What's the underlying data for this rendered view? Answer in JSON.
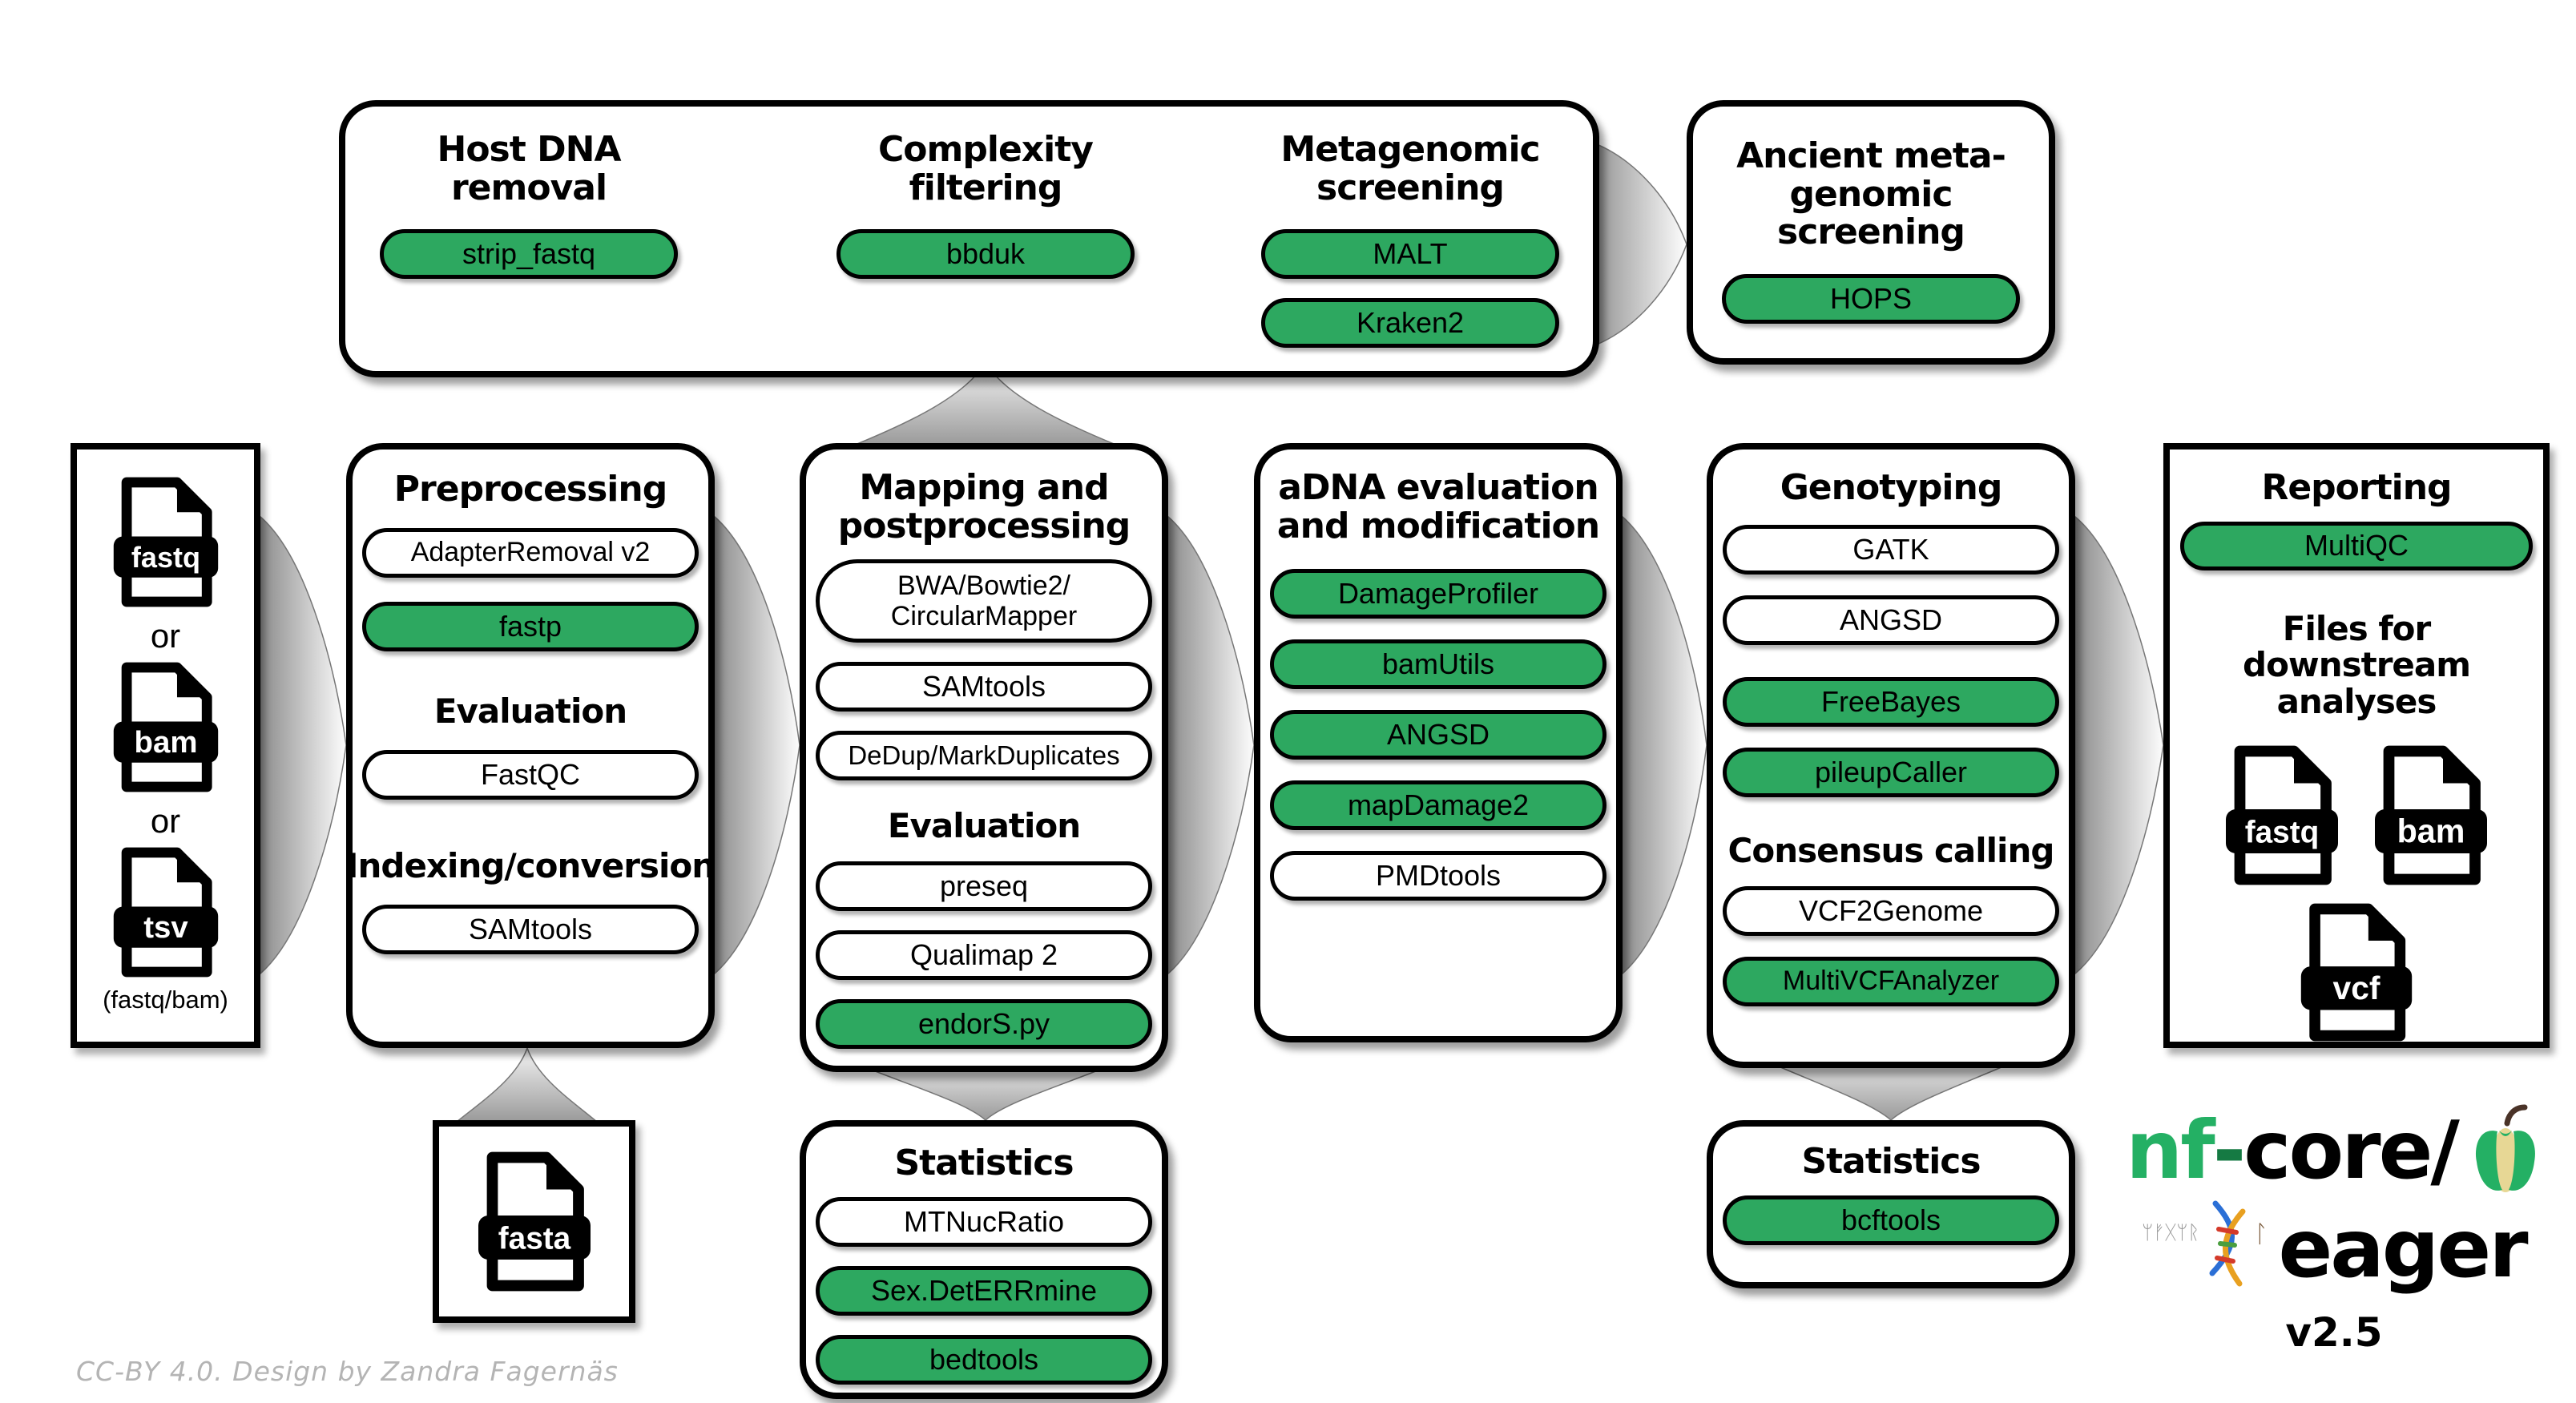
{
  "colors": {
    "tool_green": "#2DA860",
    "brand_green": "#24B064",
    "black": "#000000",
    "arrow_gray": "#8c8c8c"
  },
  "top_box": {
    "host": {
      "title1": "Host DNA",
      "title2": "removal",
      "tool": "strip_fastq"
    },
    "complexity": {
      "title1": "Complexity",
      "title2": "filtering",
      "tool": "bbduk"
    },
    "metagenomic": {
      "title1": "Metagenomic",
      "title2": "screening",
      "tool1": "MALT",
      "tool2": "Kraken2"
    }
  },
  "ancient_box": {
    "title1": "Ancient meta-",
    "title2": "genomic screening",
    "tool": "HOPS"
  },
  "input_box": {
    "file1": "fastq",
    "or1": "or",
    "file2": "bam",
    "or2": "or",
    "file3": "tsv",
    "note": "(fastq/bam)"
  },
  "preprocessing": {
    "title": "Preprocessing",
    "tool1": "AdapterRemoval v2",
    "tool2": "fastp",
    "heading2": "Evaluation",
    "tool3": "FastQC",
    "heading3": "Indexing/conversion",
    "tool4": "SAMtools"
  },
  "mapping": {
    "title1": "Mapping and",
    "title2": "postprocessing",
    "tool1a": "BWA/Bowtie2/",
    "tool1b": "CircularMapper",
    "tool2": "SAMtools",
    "tool3": "DeDup/MarkDuplicates",
    "heading2": "Evaluation",
    "tool4": "preseq",
    "tool5": "Qualimap 2",
    "tool6": "endorS.py"
  },
  "adna": {
    "title1": "aDNA evaluation",
    "title2": "and modification",
    "tool1": "DamageProfiler",
    "tool2": "bamUtils",
    "tool3": "ANGSD",
    "tool4": "mapDamage2",
    "tool5": "PMDtools"
  },
  "genotyping": {
    "title": "Genotyping",
    "tool1": "GATK",
    "tool2": "ANGSD",
    "tool3": "FreeBayes",
    "tool4": "pileupCaller",
    "heading2": "Consensus calling",
    "tool5": "VCF2Genome",
    "tool6": "MultiVCFAnalyzer"
  },
  "reporting": {
    "title": "Reporting",
    "tool1": "MultiQC",
    "heading2a": "Files for downstream",
    "heading2b": "analyses",
    "file1": "fastq",
    "file2": "bam",
    "file3": "vcf"
  },
  "fasta_box": {
    "file": "fasta"
  },
  "stats_mid": {
    "title": "Statistics",
    "tool1": "MTNucRatio",
    "tool2": "Sex.DetERRmine",
    "tool3": "bedtools"
  },
  "stats_right": {
    "title": "Statistics",
    "tool1": "bcftools"
  },
  "logo": {
    "brand_green": "nf",
    "brand_hyphen": "-",
    "brand_rest": "core/",
    "name": "eager",
    "version": "v2.5",
    "runes": "ᛘᚠᚷᛘᚱ",
    "rune_suffix": "ᛚ"
  },
  "footer": {
    "credit": "CC-BY 4.0. Design by Zandra Fagernäs"
  }
}
